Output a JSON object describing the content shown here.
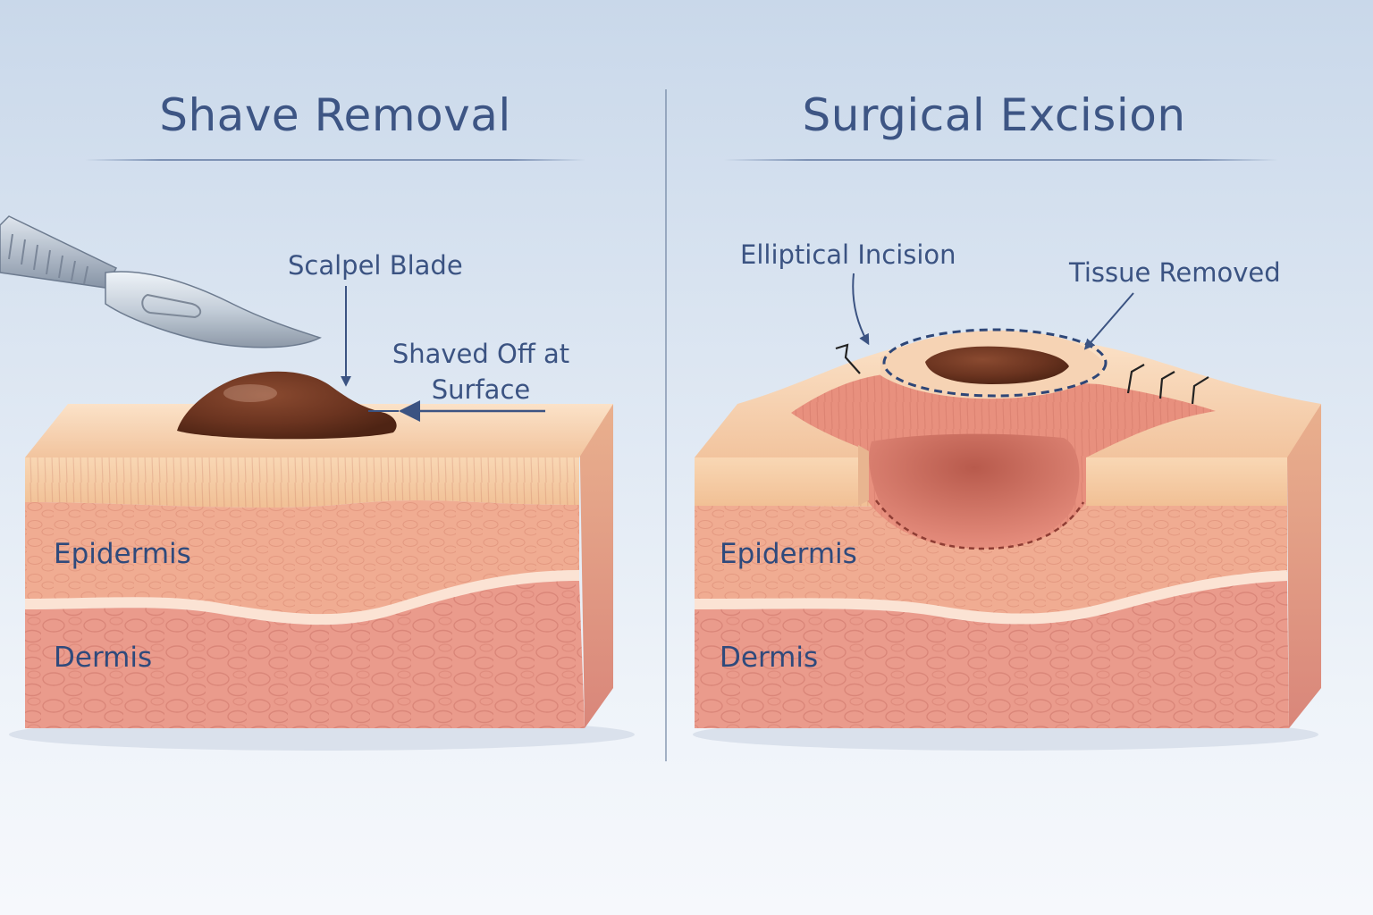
{
  "left_panel": {
    "title": "Shave Removal",
    "labels": {
      "scalpel": "Scalpel Blade",
      "shaved_line1": "Shaved Off at",
      "shaved_line2": "Surface",
      "epidermis": "Epidermis",
      "dermis": "Dermis"
    }
  },
  "right_panel": {
    "title": "Surgical Excision",
    "labels": {
      "incision": "Elliptical Incision",
      "tissue": "Tissue Removed",
      "epidermis": "Epidermis",
      "dermis": "Dermis"
    }
  },
  "colors": {
    "title": "#3d5584",
    "label": "#3b5382",
    "background": "#dfe8f3",
    "skin_top": "#f3c9a4",
    "epidermis": "#f0a98f",
    "dermis": "#ea9a8c",
    "lesion": "#6b3420",
    "wound": "#d9736a"
  }
}
